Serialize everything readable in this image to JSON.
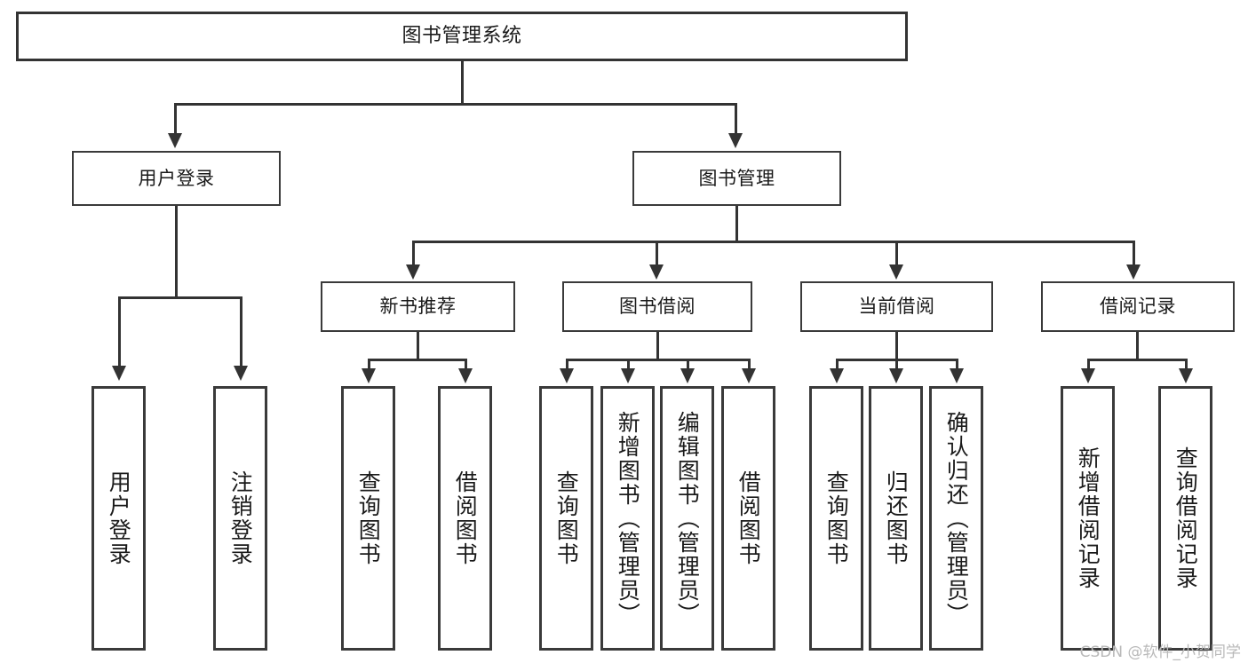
{
  "diagram": {
    "title": "图书管理系统",
    "root": {
      "label": "图书管理系统"
    },
    "level2": [
      {
        "label": "用户登录"
      },
      {
        "label": "图书管理"
      }
    ],
    "level3": [
      {
        "label": "新书推荐"
      },
      {
        "label": "图书借阅"
      },
      {
        "label": "当前借阅"
      },
      {
        "label": "借阅记录"
      }
    ],
    "leaves": {
      "user_login": [
        {
          "label": "用户登录"
        },
        {
          "label": "注销登录"
        }
      ],
      "new_book_recommend": [
        {
          "label": "查询图书"
        },
        {
          "label": "借阅图书"
        }
      ],
      "book_borrow": [
        {
          "label": "查询图书"
        },
        {
          "label": "新增图书（管理员）"
        },
        {
          "label": "编辑图书（管理员）"
        },
        {
          "label": "借阅图书"
        }
      ],
      "current_borrow": [
        {
          "label": "查询图书"
        },
        {
          "label": "归还图书"
        },
        {
          "label": "确认归还（管理员）"
        }
      ],
      "borrow_record": [
        {
          "label": "新增借阅记录"
        },
        {
          "label": "查询借阅记录"
        }
      ]
    }
  },
  "watermark": {
    "text": "CSDN @软件_小贺同学"
  },
  "colors": {
    "border": "#333333",
    "background": "#ffffff",
    "text": "#1a1a1a",
    "watermark": "#b9b9b9"
  }
}
